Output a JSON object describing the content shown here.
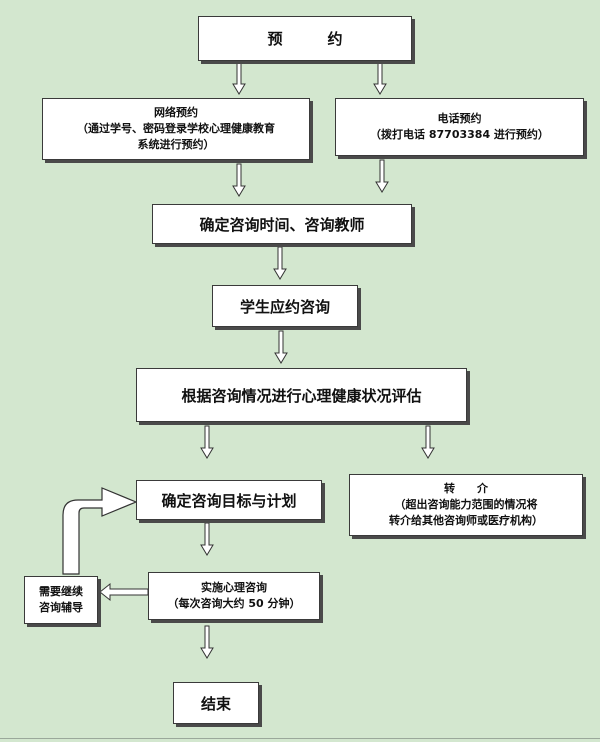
{
  "flow": {
    "reserve": "预　　　约",
    "online": {
      "title": "网络预约",
      "line1": "（通过学号、密码登录学校心理健康教育",
      "line2": "系统进行预约）"
    },
    "phone": {
      "title": "电话预约",
      "line1": "（拨打电话 87703384 进行预约）"
    },
    "confirm_time": "确定咨询时间、咨询教师",
    "student_consult": "学生应约咨询",
    "assess": "根据咨询情况进行心理健康状况评估",
    "confirm_goal": "确定咨询目标与计划",
    "referral": {
      "title": "转　　介",
      "line1": "（超出咨询能力范围的情况将",
      "line2": "转介给其他咨询师或医疗机构）"
    },
    "implement": {
      "title": "实施心理咨询",
      "line1": "（每次咨询大约 50 分钟）"
    },
    "continue": {
      "line1": "需要继续",
      "line2": "咨询辅导"
    },
    "end": "结束"
  },
  "colors": {
    "background": "#d3e7cf",
    "box_fill": "#ffffff",
    "border": "#3a3a3a"
  }
}
